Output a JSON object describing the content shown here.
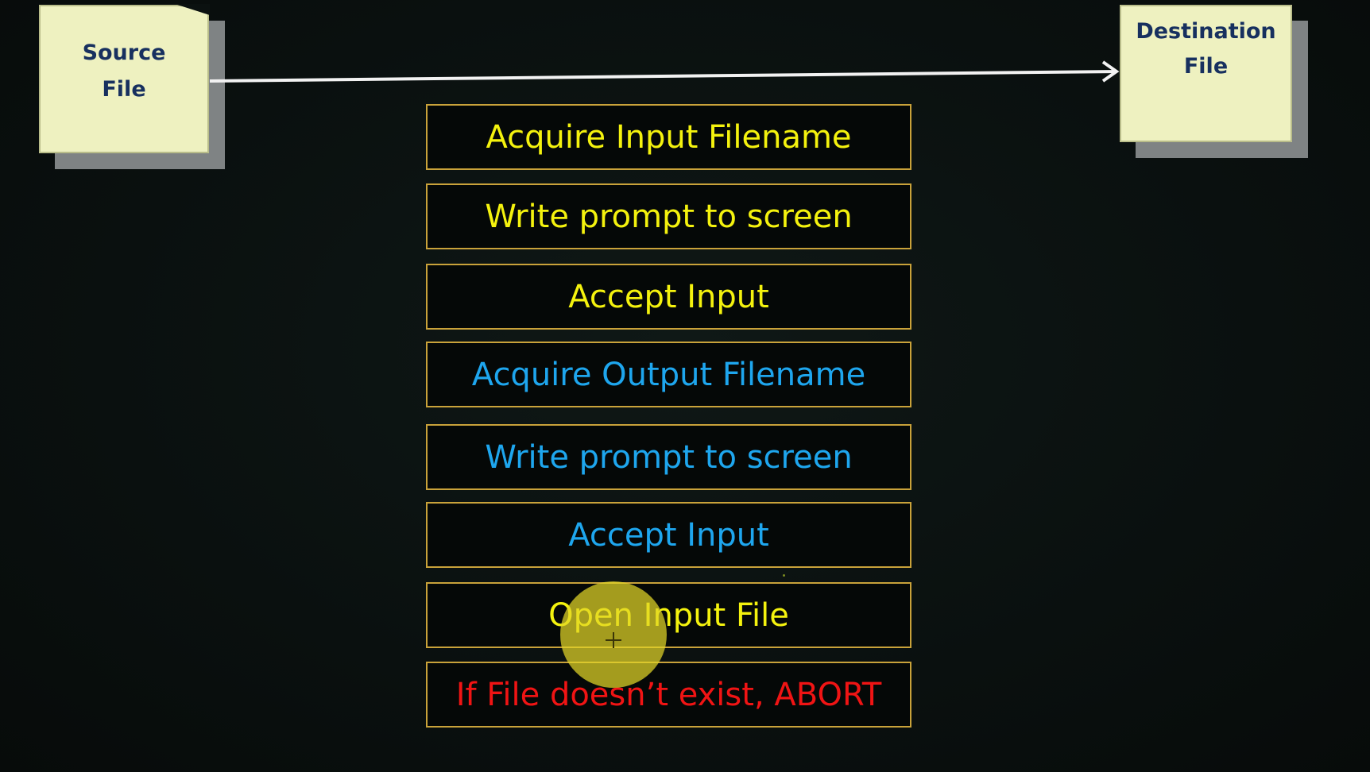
{
  "source_file": {
    "line1": "Source",
    "line2": "File"
  },
  "destination_file": {
    "line1": "Destination",
    "line2": "File"
  },
  "steps": [
    {
      "label": "Acquire Input Filename",
      "color": "#f4f20e"
    },
    {
      "label": "Write prompt to screen",
      "color": "#f4f20e"
    },
    {
      "label": "Accept Input",
      "color": "#f4f20e"
    },
    {
      "label": "Acquire Output Filename",
      "color": "#1ea6ee"
    },
    {
      "label": "Write prompt to screen",
      "color": "#1ea6ee"
    },
    {
      "label": "Accept Input",
      "color": "#1ea6ee"
    },
    {
      "label": "Open Input File",
      "color": "#f4f20e"
    },
    {
      "label": "If File doesn’t exist, ABORT",
      "color": "#f01414"
    }
  ],
  "colors": {
    "background": "#0b1110",
    "box_border": "#c9a23a",
    "file_fill": "#eef1c0",
    "file_text": "#17305f"
  }
}
